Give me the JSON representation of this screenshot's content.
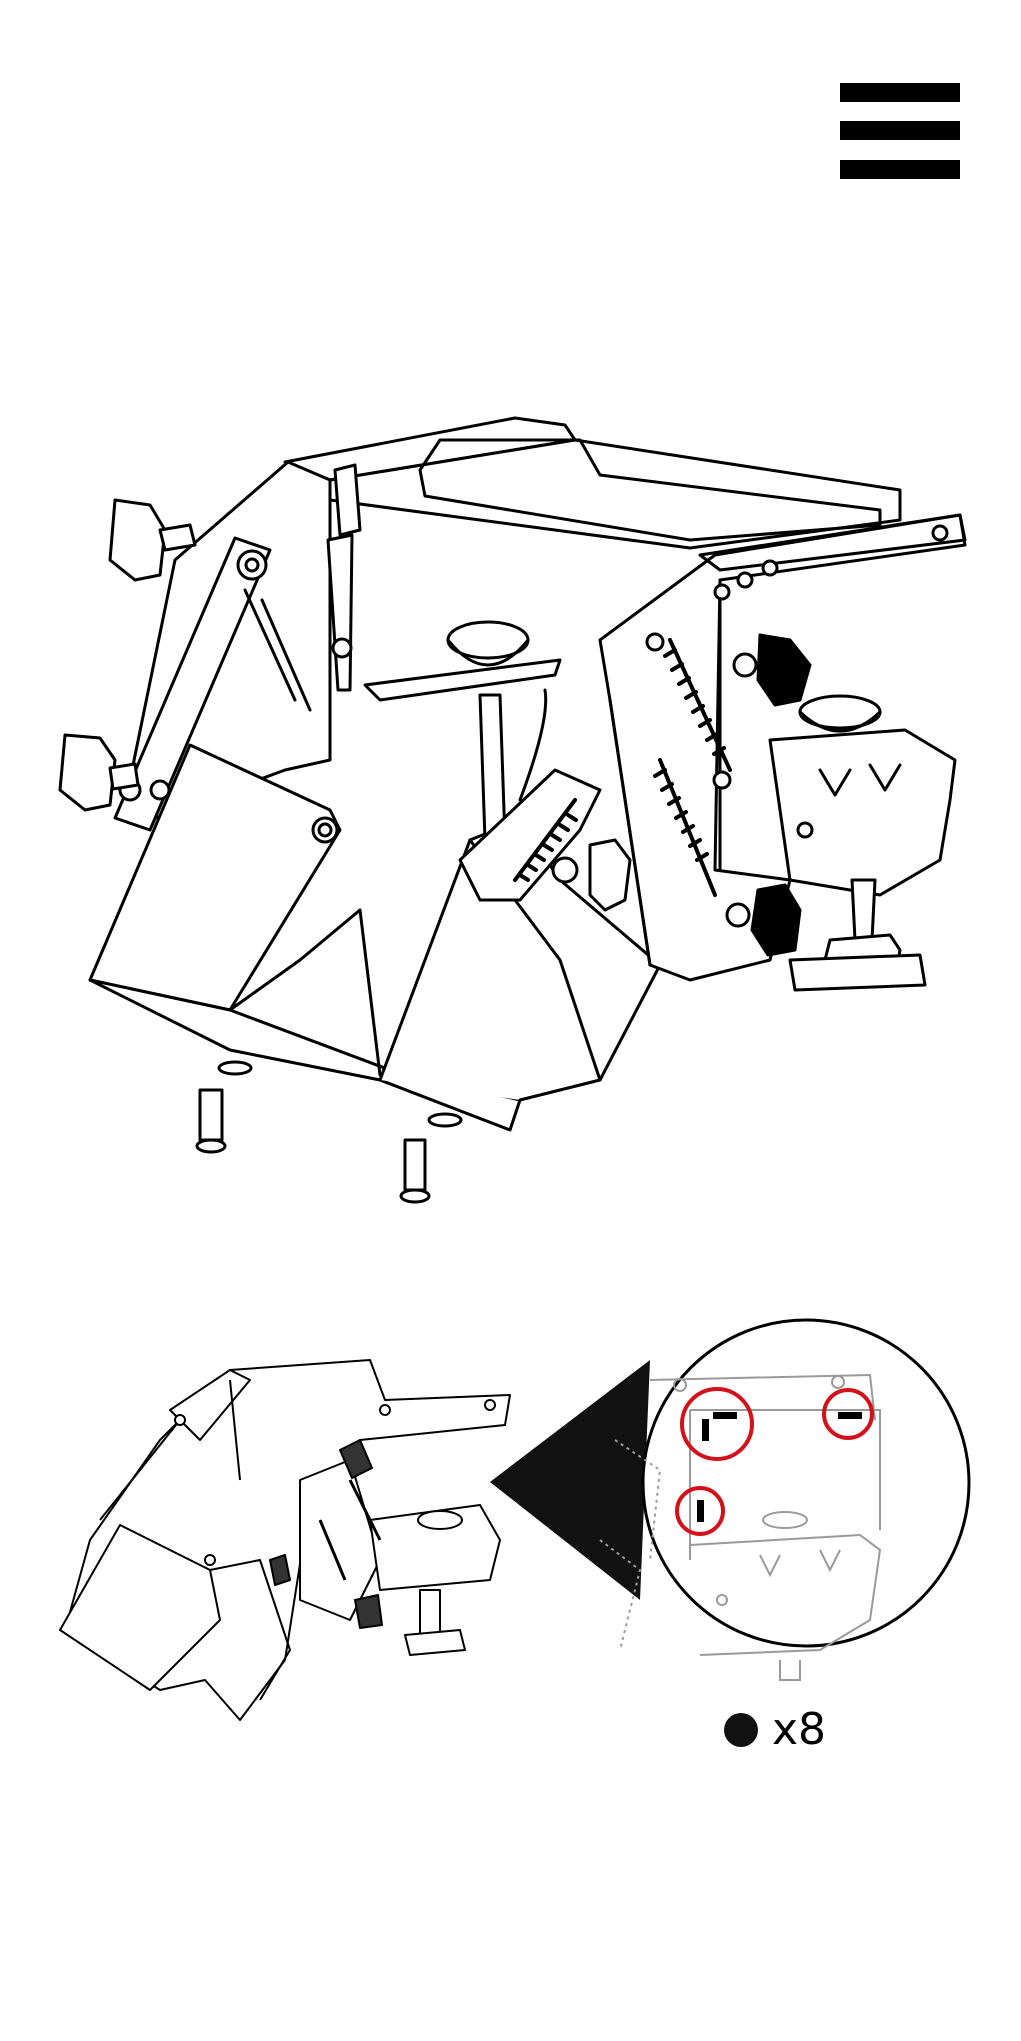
{
  "menu": {
    "icon": "hamburger-menu-icon"
  },
  "step_figure": {
    "main_view": "assembly-illustration",
    "detail_view": "zoom-detail-illustration"
  },
  "hardware_callout": {
    "quantity_label": "x8",
    "icon": "filled-dot-icon"
  },
  "colors": {
    "ink": "#000000",
    "highlight": "#d3111b",
    "detail_line": "#9a9a9a"
  }
}
